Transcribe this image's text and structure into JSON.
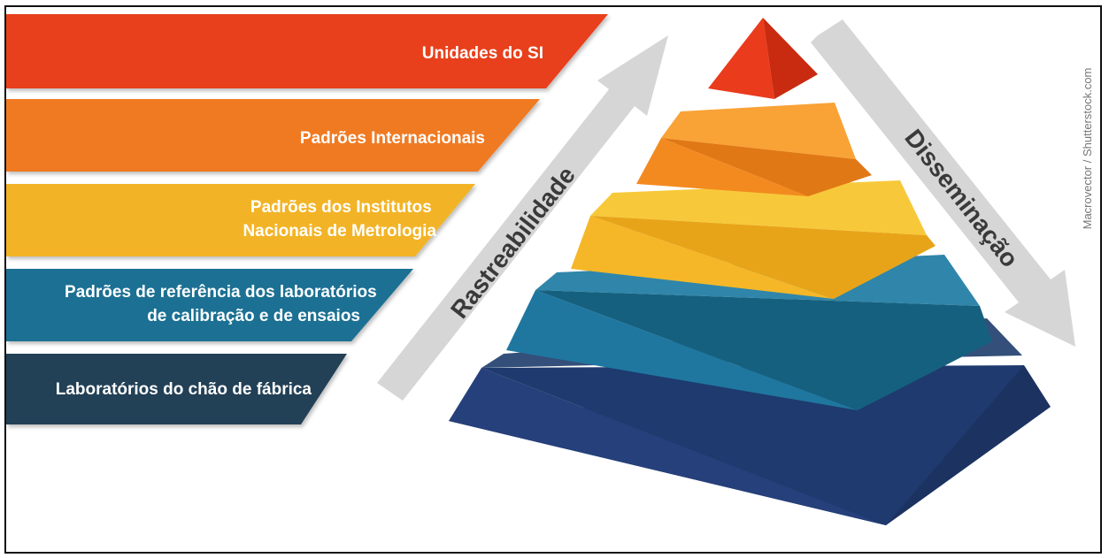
{
  "levels": [
    {
      "label_lines": [
        "Unidades do SI"
      ],
      "color": "#e8401f"
    },
    {
      "label_lines": [
        "Padrões Internacionais"
      ],
      "color": "#f07a24"
    },
    {
      "label_lines": [
        "Padrões dos Institutos",
        "Nacionais de Metrologia"
      ],
      "color": "#f2b426"
    },
    {
      "label_lines": [
        "Padrões de referência dos laboratórios",
        "de calibração e de ensaios"
      ],
      "color": "#1f6f93"
    },
    {
      "label_lines": [
        "Laboratórios do chão de fábrica"
      ],
      "color": "#223f57"
    }
  ],
  "arrows": {
    "up_label": "Rastreabilidade",
    "down_label": "Disseminação",
    "color": "#d6d6d6"
  },
  "credit": "Macrovector / Shutterstock.com"
}
